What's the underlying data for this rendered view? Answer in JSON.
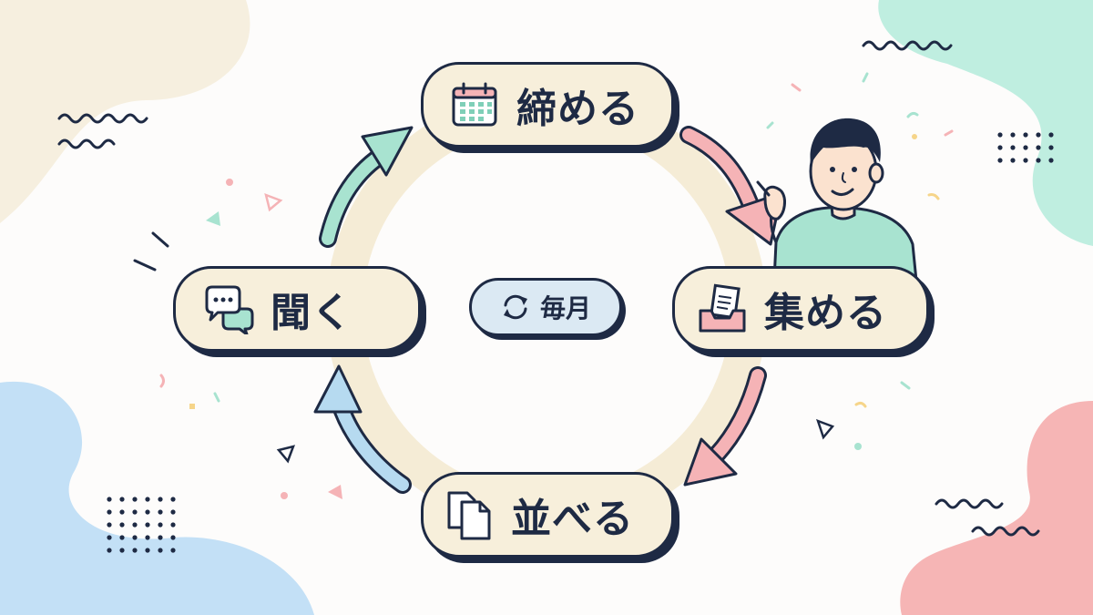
{
  "diagram": {
    "center_label": "毎月",
    "steps": [
      {
        "id": "shimeru",
        "label": "締める",
        "icon": "calendar-icon"
      },
      {
        "id": "atsumeru",
        "label": "集める",
        "icon": "inbox-documents-icon"
      },
      {
        "id": "naraberu",
        "label": "並べる",
        "icon": "documents-icon"
      },
      {
        "id": "kiku",
        "label": "聞く",
        "icon": "speech-bubbles-icon"
      }
    ],
    "center_icon": "refresh-icon"
  },
  "colors": {
    "ink": "#1e2a44",
    "pill_fill": "#f7efdb",
    "center_fill": "#dbe9f3",
    "ring": "#f5ecd6",
    "arrow_green": "#a8e3d0",
    "arrow_pink": "#f5b3b6",
    "arrow_blue": "#b6daf0",
    "blob_beige": "#f6efdf",
    "blob_mint": "#bfeee0",
    "blob_blue": "#c3e0f6",
    "blob_pink": "#f6b5b5"
  }
}
